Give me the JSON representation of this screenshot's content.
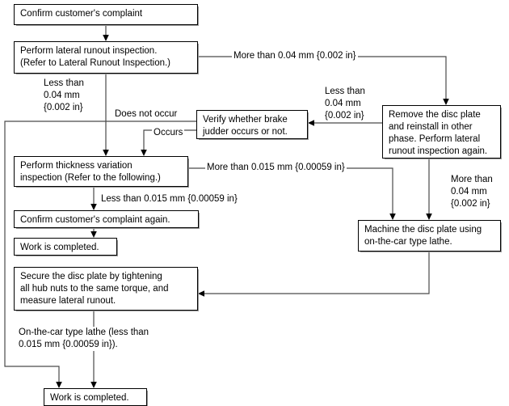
{
  "diagram": {
    "title": "Brake judder / disc plate runout diagnostic flowchart",
    "nodes": {
      "confirm_complaint": {
        "lines": [
          "Confirm customer's complaint"
        ]
      },
      "lateral_runout_inspection": {
        "lines": [
          "Perform lateral runout inspection.",
          "(Refer to Lateral Runout Inspection.)"
        ]
      },
      "verify_judder": {
        "lines": [
          "Verify whether brake",
          "judder occurs or not."
        ]
      },
      "remove_disc_plate": {
        "lines": [
          "Remove the disc plate",
          "and reinstall in other",
          "phase. Perform lateral",
          "runout inspection again."
        ]
      },
      "thickness_variation": {
        "lines": [
          "Perform thickness variation",
          "inspection (Refer to the following.)"
        ]
      },
      "confirm_complaint_again": {
        "lines": [
          "Confirm customer's complaint again."
        ]
      },
      "work_completed_upper": {
        "lines": [
          "Work is completed."
        ]
      },
      "machine_disc_plate": {
        "lines": [
          "Machine the disc plate using",
          "on-the-car type lathe."
        ]
      },
      "secure_disc_plate": {
        "lines": [
          "Secure the disc plate by tightening",
          "all hub nuts to the same torque, and",
          "measure lateral runout."
        ]
      },
      "work_completed_lower": {
        "lines": [
          "Work is completed."
        ]
      }
    },
    "edge_labels": {
      "more_than_004_top": {
        "lines": [
          "More than 0.04 mm {0.002 in}"
        ]
      },
      "less_than_004_left": {
        "lines": [
          "Less than",
          "0.04 mm",
          "{0.002 in}"
        ]
      },
      "less_than_004_mid": {
        "lines": [
          "Less than",
          "0.04 mm",
          "{0.002 in}"
        ]
      },
      "does_not_occur": {
        "lines": [
          "Does not occur"
        ]
      },
      "occurs": {
        "lines": [
          "Occurs"
        ]
      },
      "more_than_0015": {
        "lines": [
          "More than 0.015 mm {0.00059 in}"
        ]
      },
      "less_than_0015": {
        "lines": [
          "Less than 0.015 mm {0.00059 in}"
        ]
      },
      "more_than_004_right": {
        "lines": [
          "More than",
          "0.04 mm",
          "{0.002 in}"
        ]
      },
      "on_the_car_lathe": {
        "lines": [
          "On-the-car type lathe (less than",
          "0.015 mm {0.00059 in})."
        ]
      }
    },
    "colors": {
      "line": "#4a4a4a",
      "box_border": "#000000",
      "text": "#000000",
      "background": "#ffffff"
    }
  }
}
